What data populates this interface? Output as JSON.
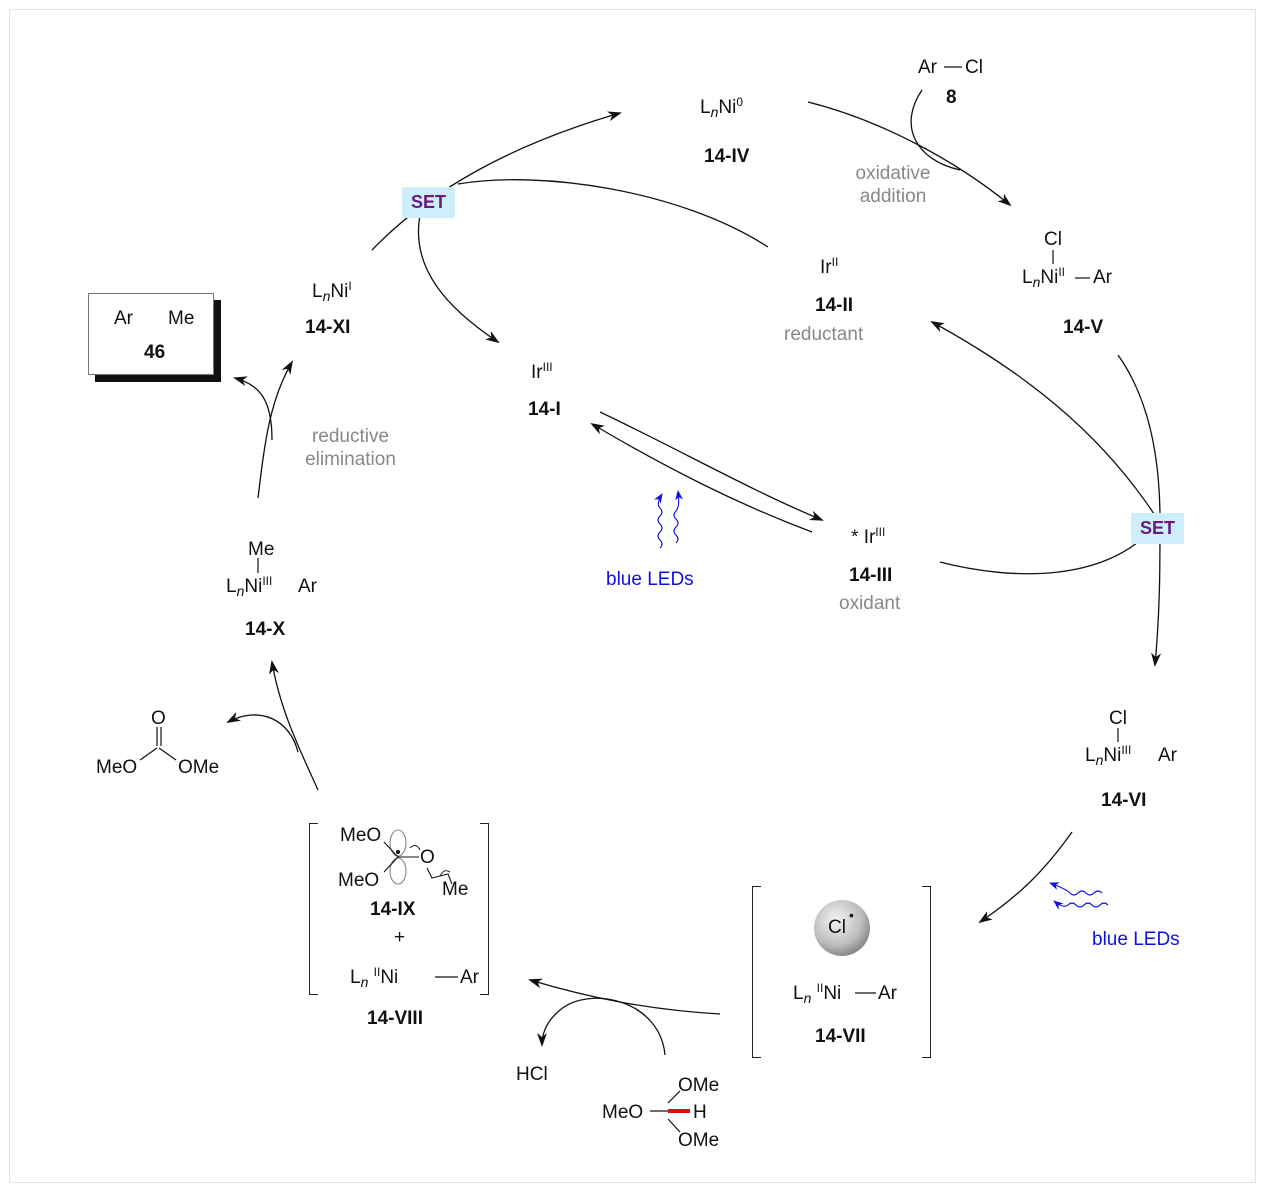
{
  "species": {
    "ni0": {
      "prefix": "L",
      "sub": "n",
      "metal": "Ni",
      "ox": "0",
      "id": "14-IV"
    },
    "niII_cl": {
      "top": "Cl",
      "prefix": "L",
      "sub": "n",
      "metal": "Ni",
      "ox": "II",
      "tail": "Ar",
      "id": "14-V"
    },
    "niIII_cl": {
      "top": "Cl",
      "prefix": "L",
      "sub": "n",
      "metal": "Ni",
      "ox": "III",
      "tail": "Ar",
      "id": "14-VI"
    },
    "niII_rad": {
      "radical": "Cl",
      "prefix": "L",
      "sub": "n",
      "ox": "II",
      "metal": "Ni",
      "tail": "Ar",
      "id": "14-VII"
    },
    "niII_ar": {
      "prefix": "L",
      "sub": "n",
      "ox": "II",
      "metal": "Ni",
      "tail": "Ar",
      "id": "14-VIII"
    },
    "radical_ix": {
      "meo1": "MeO",
      "meo2": "MeO",
      "o": "O",
      "me": "Me",
      "id": "14-IX",
      "plus": "+"
    },
    "niIII_me": {
      "top": "Me",
      "prefix": "L",
      "sub": "n",
      "metal": "Ni",
      "ox": "III",
      "tail": "Ar",
      "id": "14-X"
    },
    "niI": {
      "prefix": "L",
      "sub": "n",
      "metal": "Ni",
      "ox": "I",
      "id": "14-XI"
    },
    "irIII": {
      "metal": "Ir",
      "ox": "III",
      "id": "14-I"
    },
    "irII": {
      "metal": "Ir",
      "ox": "II",
      "id": "14-II",
      "role": "reductant"
    },
    "irIII_star": {
      "star": "*",
      "metal": "Ir",
      "ox": "III",
      "id": "14-III",
      "role": "oxidant"
    }
  },
  "reagents": {
    "arcl": {
      "ar": "Ar",
      "cl": "Cl",
      "id": "8"
    },
    "product": {
      "ar": "Ar",
      "me": "Me",
      "id": "46"
    },
    "carbonate": {
      "o": "O",
      "meo": "MeO",
      "ome": "OMe"
    },
    "orthoformate": {
      "ome_top": "OMe",
      "meo": "MeO",
      "h": "H",
      "ome_bot": "OMe"
    },
    "hcl": "HCl"
  },
  "steps": {
    "oxidative_addition": "oxidative\naddition",
    "reductive_elimination": "reductive\nelimination",
    "set": "SET",
    "blue_leds": "blue LEDs"
  },
  "colors": {
    "set_bg": "#cdeefa",
    "set_text": "#6a1a7a",
    "new_bond": "#e01010",
    "light": "#1010e0",
    "annotation": "#888888"
  }
}
